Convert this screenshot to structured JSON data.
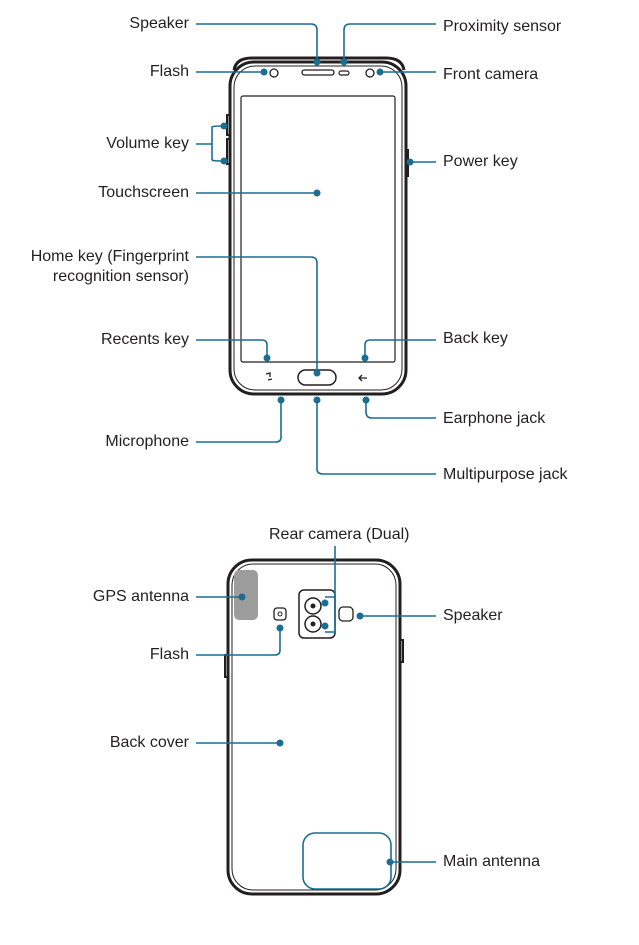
{
  "colors": {
    "leader": "#1a6e94",
    "outline": "#231f20",
    "antenna": "#9d9d9d"
  },
  "front": {
    "speaker": "Speaker",
    "flash": "Flash",
    "volume_key": "Volume key",
    "touchscreen": "Touchscreen",
    "home_key_line1": "Home key (Fingerprint",
    "home_key_line2": "recognition sensor)",
    "recents_key": "Recents key",
    "microphone": "Microphone",
    "proximity_sensor": "Proximity sensor",
    "front_camera": "Front camera",
    "power_key": "Power key",
    "back_key": "Back key",
    "earphone_jack": "Earphone jack",
    "multipurpose_jack": "Multipurpose jack"
  },
  "rear": {
    "rear_camera": "Rear camera (Dual)",
    "gps_antenna": "GPS antenna",
    "flash": "Flash",
    "back_cover": "Back cover",
    "speaker": "Speaker",
    "main_antenna": "Main antenna"
  }
}
